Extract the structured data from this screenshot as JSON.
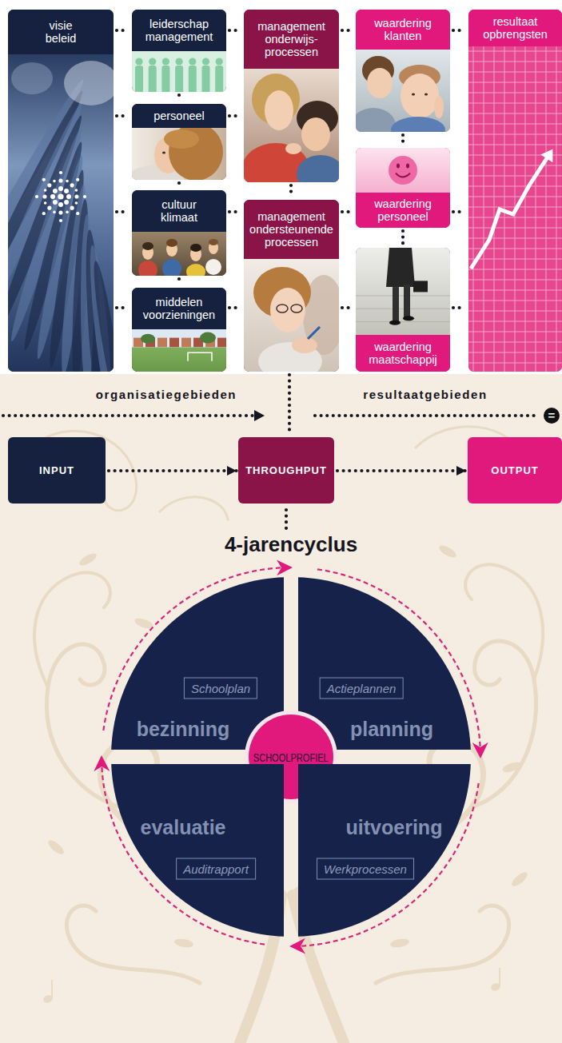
{
  "diagram": {
    "nodes": [
      {
        "text": [
          "visie beleid"
        ]
      },
      {
        "text": [
          "leiderschap management"
        ]
      },
      {
        "text": [
          "personeel"
        ]
      },
      {
        "text": [
          "cultuur klimaat"
        ]
      },
      {
        "text": [
          "middelen voorzieningen"
        ]
      },
      {
        "text": [
          "management onderwijs- processen"
        ]
      },
      {
        "text": [
          "management ondersteunende processen"
        ]
      },
      {
        "text": [
          "waardering klanten"
        ]
      },
      {
        "text": [
          "waardering personeel"
        ]
      },
      {
        "text": [
          "waardering maatschappij"
        ]
      },
      {
        "text": [
          "resultaat opbrengsten"
        ]
      },
      {
        "text": [
          "="
        ]
      },
      {
        "text": [
          "INPUT"
        ]
      },
      {
        "text": [
          "THROUGHPUT"
        ]
      },
      {
        "text": [
          "OUTPUT"
        ]
      },
      {
        "text": [
          "bezinning"
        ]
      },
      {
        "text": [
          "Schoolplan"
        ],
        "in": 15
      },
      {
        "text": [
          "planning"
        ]
      },
      {
        "text": [
          "Actieplannen"
        ],
        "in": 17
      },
      {
        "text": [
          "SCHOOLPROFIEL"
        ]
      },
      {
        "text": [
          "evaluatie"
        ]
      },
      {
        "text": [
          "Auditrapport"
        ],
        "in": 20
      },
      {
        "text": [
          "uitvoering"
        ]
      },
      {
        "text": [
          "Werkprocessen"
        ],
        "in": 22
      }
    ],
    "edges": [
      {
        "from": 0,
        "to": 1,
        "arrow": "none"
      },
      {
        "from": 1,
        "to": 5,
        "arrow": "none"
      },
      {
        "from": 5,
        "to": 7,
        "arrow": "none"
      },
      {
        "from": 7,
        "to": 10,
        "arrow": "none"
      },
      {
        "from": 0,
        "to": 2,
        "arrow": "none"
      },
      {
        "from": 2,
        "to": 5,
        "arrow": "none"
      },
      {
        "from": 0,
        "to": 3,
        "arrow": "none"
      },
      {
        "from": 3,
        "to": 6,
        "arrow": "none"
      },
      {
        "from": 6,
        "to": 8,
        "arrow": "none"
      },
      {
        "from": 8,
        "to": 10,
        "arrow": "none"
      },
      {
        "from": 0,
        "to": 4,
        "arrow": "none"
      },
      {
        "from": 4,
        "to": 6,
        "arrow": "none"
      },
      {
        "from": 6,
        "to": 9,
        "arrow": "none"
      },
      {
        "from": 9,
        "to": 10,
        "arrow": "none"
      },
      {
        "from": 1,
        "to": 2,
        "arrow": "none"
      },
      {
        "from": 2,
        "to": 3,
        "arrow": "none"
      },
      {
        "from": 3,
        "to": 4,
        "arrow": "none"
      },
      {
        "from": 5,
        "to": 6,
        "arrow": "none"
      },
      {
        "from": 7,
        "to": 8,
        "arrow": "none"
      },
      {
        "from": 8,
        "to": 9,
        "arrow": "none"
      },
      {
        "from": 6,
        "to": 13,
        "arrow": "none"
      },
      {
        "from": 12,
        "to": 13,
        "arrow": "to"
      },
      {
        "from": 13,
        "to": 14,
        "arrow": "to"
      },
      {
        "from": 15,
        "to": 17,
        "arrow": "to"
      },
      {
        "from": 17,
        "to": 22,
        "arrow": "to"
      },
      {
        "from": 22,
        "to": 20,
        "arrow": "to"
      },
      {
        "from": 20,
        "to": 15,
        "arrow": "to"
      }
    ],
    "labels": [
      "organisatiegebieden",
      "resultaatgebieden",
      "4-jarencyclus"
    ]
  }
}
